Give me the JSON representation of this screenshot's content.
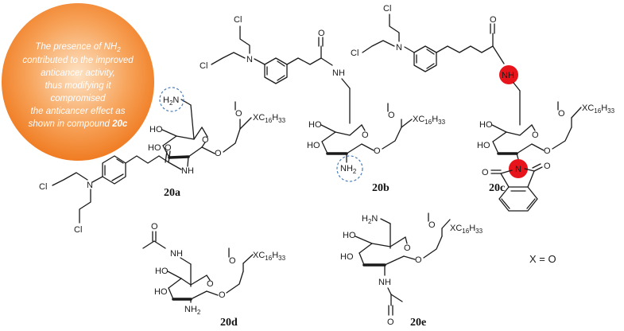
{
  "callout": {
    "lines": [
      "The presence of NH",
      "contributed to the improved",
      "anticancer activity,",
      "thus modifying it",
      "compromised",
      "the anticancer effect as",
      "shown in compound "
    ],
    "nh2_subscript": "2",
    "compound_ref": "20c",
    "colors": {
      "outer": "#f07a1e",
      "inner": "#fbc792"
    }
  },
  "compounds": [
    {
      "id": "20a",
      "label": "20a"
    },
    {
      "id": "20b",
      "label": "20b"
    },
    {
      "id": "20c",
      "label": "20c"
    },
    {
      "id": "20d",
      "label": "20d"
    },
    {
      "id": "20e",
      "label": "20e"
    }
  ],
  "atoms": {
    "cl": "Cl",
    "n": "N",
    "o": "O",
    "ho": "HO",
    "nh": "NH",
    "h2n": "H2N",
    "nh2": "NH2",
    "xc": "XC",
    "sub16": "16",
    "h": "H",
    "sub33": "33"
  },
  "footnote": "X = O",
  "highlight_colors": {
    "dashed_circle": "#4a7bb7",
    "red_dot": "#e8141b"
  }
}
